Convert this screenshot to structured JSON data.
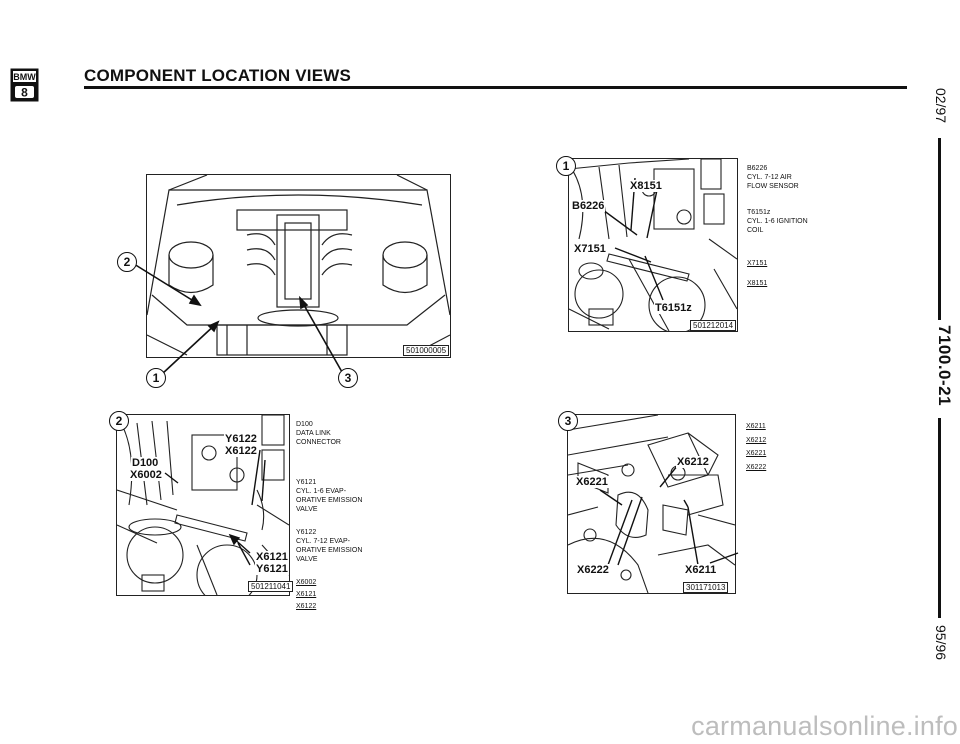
{
  "header": {
    "logo_top_text": "BMW",
    "logo_bottom_text": "8",
    "title": "COMPONENT LOCATION VIEWS"
  },
  "margin": {
    "date_top": "02/97",
    "doc_number": "7100.0-21",
    "date_bottom": "95/96"
  },
  "overview": {
    "image_number": "501000005",
    "callouts": [
      "2",
      "1",
      "3"
    ]
  },
  "view1": {
    "number": "1",
    "image_number": "501212014",
    "labels": [
      "X8151",
      "B6226",
      "X7151",
      "T6151z"
    ],
    "captions": [
      {
        "code": "B6226",
        "desc": [
          "CYL. 7-12 AIR",
          "FLOW SENSOR"
        ]
      },
      {
        "code": "T6151z",
        "desc": [
          "CYL. 1-6 IGNITION",
          "COIL"
        ]
      }
    ],
    "refs": [
      "X7151",
      "X8151"
    ]
  },
  "view2": {
    "number": "2",
    "image_number": "501211041",
    "labels": [
      "Y6122",
      "X6122",
      "D100",
      "X6002",
      "X6121",
      "Y6121"
    ],
    "captions": [
      {
        "code": "D100",
        "desc": [
          "DATA LINK",
          "CONNECTOR"
        ]
      },
      {
        "code": "Y6121",
        "desc": [
          "CYL. 1-6 EVAP-",
          "ORATIVE EMISSION",
          "VALVE"
        ]
      },
      {
        "code": "Y6122",
        "desc": [
          "CYL. 7-12 EVAP-",
          "ORATIVE EMISSION",
          "VALVE"
        ]
      }
    ],
    "refs": [
      "X6002",
      "X6121",
      "X6122"
    ]
  },
  "view3": {
    "number": "3",
    "image_number": "301171013",
    "labels": [
      "X6212",
      "X6221",
      "X6222",
      "X6211"
    ],
    "refs": [
      "X6211",
      "X6212",
      "X6221",
      "X6222"
    ]
  },
  "watermark": "carmanualsonline.info"
}
